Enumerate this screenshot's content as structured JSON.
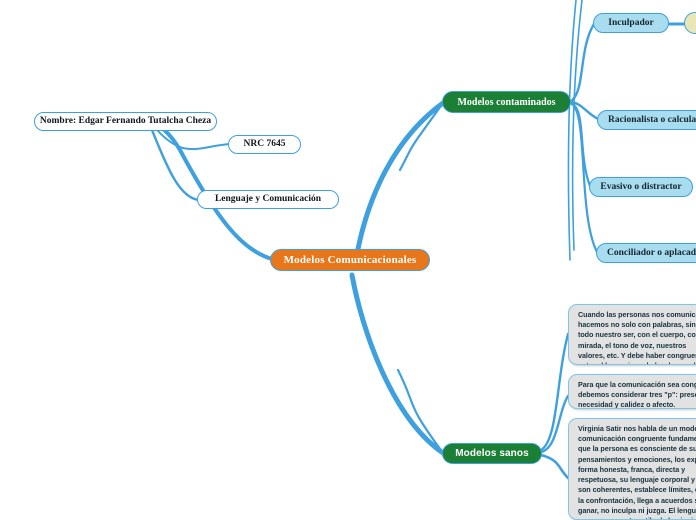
{
  "diagram": {
    "type": "mind-map",
    "title": "Modelos Comunicacionales",
    "background_color": "#ffffff",
    "edge_color": "#3FA0DF",
    "palette": {
      "root": "#E8761B",
      "category": "#1B7F35",
      "leaf": "#A8DCEF",
      "note": "#E2E2E2",
      "yellow": "#E9E7B6",
      "border": "#3FA0DF"
    }
  },
  "root": {
    "label": "Modelos Comunicacionales"
  },
  "left_branch": {
    "nodes": [
      {
        "label": "Nombre: Edgar Fernando Tutalcha Cheza"
      },
      {
        "label": "NRC 7645"
      },
      {
        "label": "Lenguaje y Comunicación"
      }
    ]
  },
  "contaminated": {
    "label": "Modelos contaminados",
    "children": [
      {
        "label": "Inculpador"
      },
      {
        "label": "Racionalista o calculador"
      },
      {
        "label": "Evasivo o distractor"
      },
      {
        "label": "Conciliador o aplacador"
      }
    ]
  },
  "healthy": {
    "label": "Modelos sanos",
    "notes": [
      {
        "text": "Cuando las personas nos comunicamos lo\nhacemos no solo con palabras, sino con\ntodo nuestro ser, con el cuerpo, con la\nmirada, el tono de voz, nuestros\nvalores, etc. Y debe haber congruencia\nentre el lenguaje verbal y el no verbal."
      },
      {
        "text": "Para que la comunicación sea congruente\ndebemos considerar tres \"p\": presencia,\nnecesidad y calidez o afecto."
      },
      {
        "text": "Virginia Satir nos habla de un modelo de\ncomunicación congruente fundamentado en\nque la persona es consciente de sus\npensamientos y emociones, los expresa de\nforma honesta, franca, directa y\nrespetuosa, su lenguaje corporal y verbal\nson coherentes, establece límites, evita\nla confrontación, llega a acuerdos sin\nganar, no inculpa ni juzga. El lenguaje que\nexpresa con este estilo de lo siguiente:\n\"Desde mi punto de vista\", \"Yo pienso\"."
      }
    ]
  }
}
